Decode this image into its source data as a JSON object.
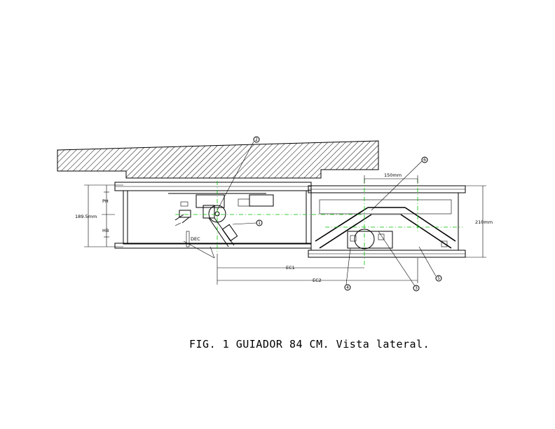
{
  "caption": "FIG. 1 GUIADOR 84 CM. Vista lateral.",
  "dimensions": {
    "ph": "PH",
    "hb": "HB",
    "left_height": "189.5mm",
    "right_height": "210mm",
    "top_width": "150mm",
    "dec": "DEC",
    "ec1": "EC1",
    "ec2": "EC2"
  },
  "callouts": [
    "1",
    "2",
    "3",
    "4",
    "5",
    "6"
  ],
  "colors": {
    "line": "#000000",
    "centerline": "#00c000",
    "background": "#ffffff"
  }
}
